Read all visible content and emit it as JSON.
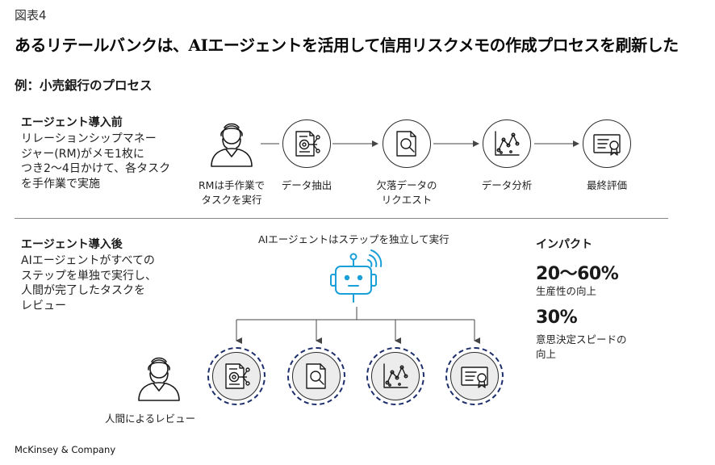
{
  "exhibit_label": "図表4",
  "title": "あるリテールバンクは、AIエージェントを活用して信用リスクメモの作成プロセスを刷新した",
  "subtitle": "例：小売銀行のプロセス",
  "before": {
    "heading": "エージェント導入前",
    "description_lines": [
      "リレーションシップマネー",
      "ジャー(RM)がメモ1枚に",
      "つき2〜4日かけて、各タスク",
      "を手作業で実施"
    ],
    "person_label_lines": [
      "RMは手作業で",
      "タスクを実行"
    ],
    "steps": [
      {
        "label_lines": [
          "データ抽出"
        ],
        "icon": "document-extract-icon"
      },
      {
        "label_lines": [
          "欠落データの",
          "リクエスト"
        ],
        "icon": "document-search-icon"
      },
      {
        "label_lines": [
          "データ分析"
        ],
        "icon": "chart-analysis-icon"
      },
      {
        "label_lines": [
          "最終評価"
        ],
        "icon": "certificate-icon"
      }
    ]
  },
  "after": {
    "heading": "エージェント導入後",
    "description_lines": [
      "AIエージェントがすべての",
      "ステップを単独で実行し、",
      "人間が完了したタスクを",
      "レビュー"
    ],
    "agent_label": "AIエージェントはステップを独立して実行",
    "person_label": "人間によるレビュー",
    "steps": [
      {
        "icon": "document-extract-icon"
      },
      {
        "icon": "document-search-icon"
      },
      {
        "icon": "chart-analysis-icon"
      },
      {
        "icon": "certificate-icon"
      }
    ]
  },
  "impact": {
    "heading": "インパクト",
    "items": [
      {
        "value": "20〜60%",
        "desc_lines": [
          "生産性の向上"
        ]
      },
      {
        "value": "30%",
        "desc_lines": [
          "意思決定スピードの",
          "向上"
        ]
      }
    ]
  },
  "footer": "McKinsey & Company",
  "colors": {
    "accent": "#1a9fd9",
    "dark_blue": "#1c2d6b",
    "line": "#2b2b2b"
  }
}
